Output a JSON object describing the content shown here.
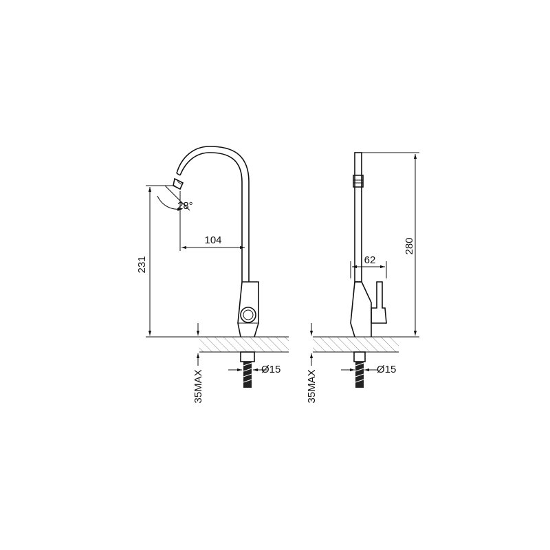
{
  "front_view": {
    "height_label": "231",
    "reach_label": "104",
    "angle_label": "28°",
    "diameter_label": "Ø15",
    "max_thickness_label": "35MAX"
  },
  "side_view": {
    "height_label": "280",
    "width_label": "62",
    "diameter_label": "Ø15",
    "max_thickness_label": "35MAX"
  }
}
